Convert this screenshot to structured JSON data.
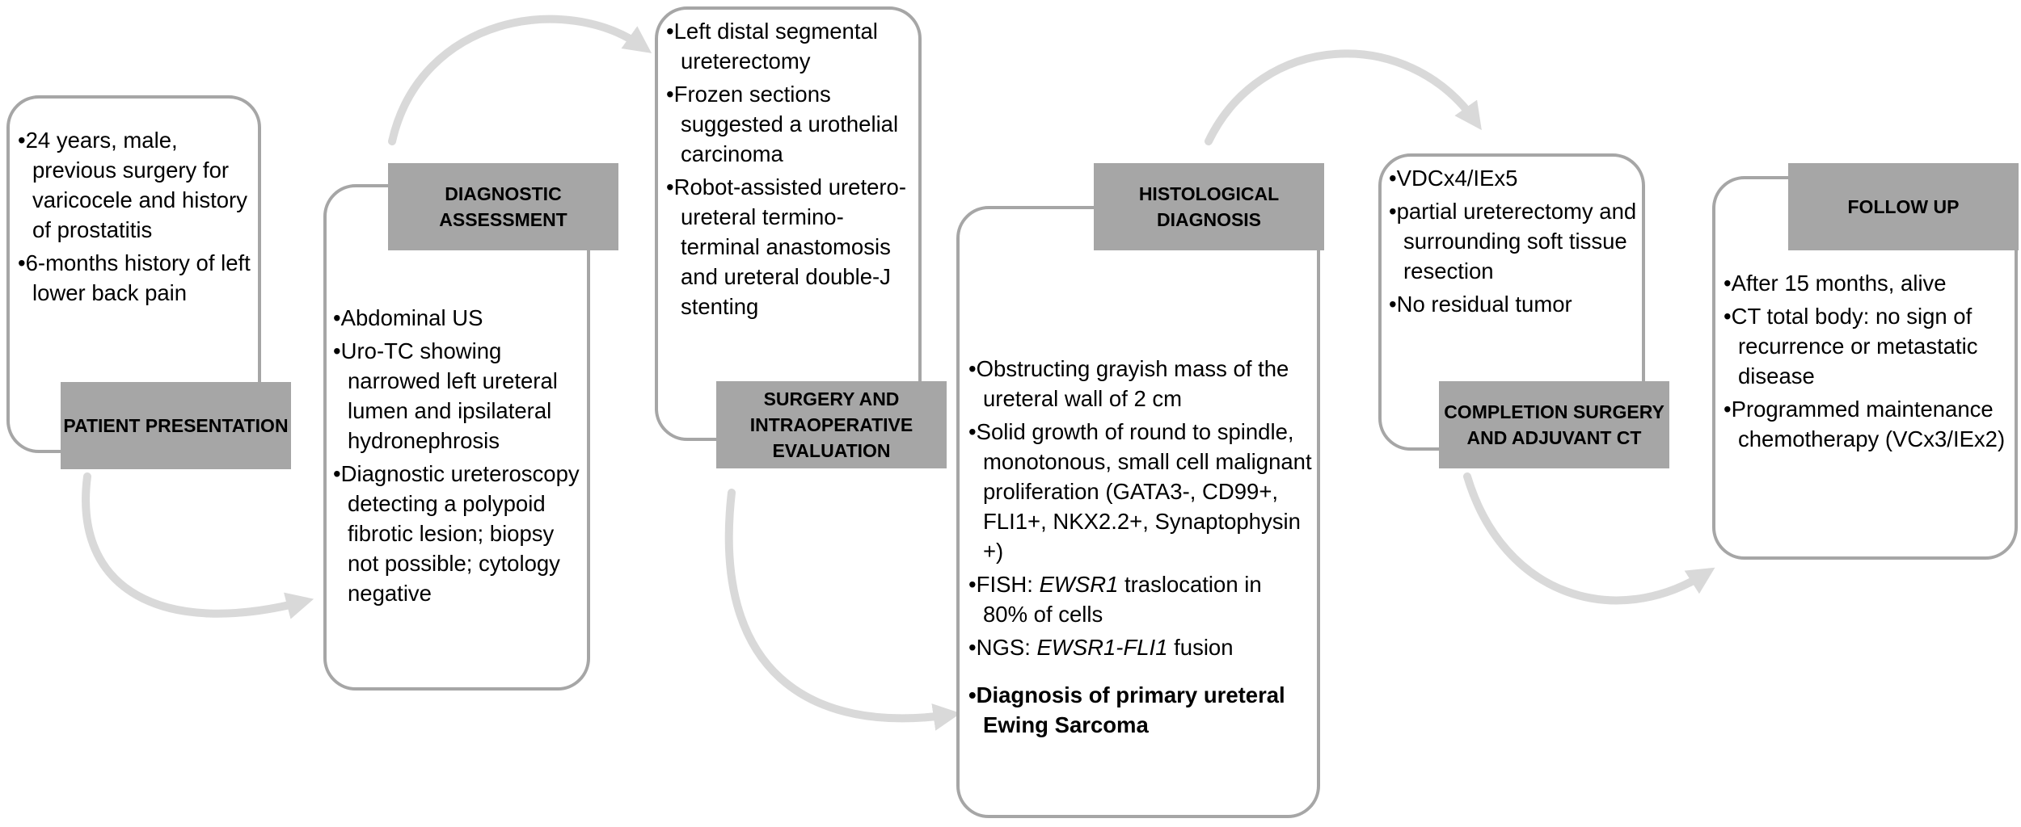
{
  "stages": [
    {
      "label": "PATIENT PRESENTATION",
      "items": [
        {
          "text": "24 years, male, previous surgery for varicocele and history of prostatitis"
        },
        {
          "text": "6-months history of left lower back pain"
        }
      ]
    },
    {
      "label": "DIAGNOSTIC ASSESSMENT",
      "items": [
        {
          "text": "Abdominal US"
        },
        {
          "text": "Uro-TC showing narrowed left ureteral lumen and ipsilateral hydronephrosis"
        },
        {
          "text": "Diagnostic ureteroscopy detecting a polypoid fibrotic lesion; biopsy not possible; cytology negative"
        }
      ]
    },
    {
      "label": "SURGERY AND INTRAOPERATIVE EVALUATION",
      "items": [
        {
          "text": "Left distal segmental ureterectomy"
        },
        {
          "text": "Frozen sections suggested a urothelial carcinoma"
        },
        {
          "text": "Robot-assisted uretero-ureteral termino-terminal anastomosis and ureteral double-J stenting"
        }
      ]
    },
    {
      "label": "HISTOLOGICAL DIAGNOSIS",
      "items": [
        {
          "text": "Obstructing grayish mass of the ureteral wall of 2 cm"
        },
        {
          "text": "Solid growth of round to spindle, monotonous, small cell malignant proliferation (GATA3-, CD99+, FLI1+, NKX2.2+, Synaptophysin +)"
        },
        {
          "prefix": "FISH: ",
          "em": "EWSR1",
          "suffix": " traslocation in 80% of cells"
        },
        {
          "prefix": "NGS: ",
          "em": "EWSR1-FLI1",
          "suffix": " fusion"
        },
        {
          "text": "Diagnosis of primary ureteral Ewing Sarcoma",
          "bold": true
        }
      ]
    },
    {
      "label": "COMPLETION SURGERY AND ADJUVANT CT",
      "items": [
        {
          "text": "VDCx4/IEx5"
        },
        {
          "text": "partial ureterectomy and surrounding soft tissue resection"
        },
        {
          "text": "No residual tumor"
        }
      ]
    },
    {
      "label": "FOLLOW UP",
      "items": [
        {
          "text": "After 15 months, alive"
        },
        {
          "text": "CT total body: no sign of recurrence or metastatic disease"
        },
        {
          "text": "Programmed maintenance chemotherapy (VCx3/IEx2)"
        }
      ]
    }
  ],
  "colors": {
    "box_border": "#a6a6a6",
    "label_fill": "#a6a6a6",
    "arrow": "#d9d9d9"
  }
}
